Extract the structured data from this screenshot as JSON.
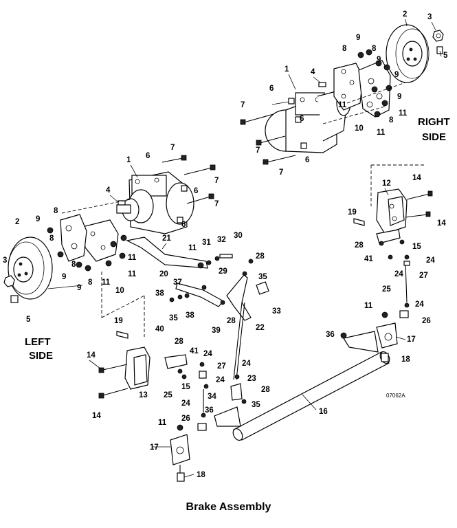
{
  "caption": "Brake Assembly",
  "drawing_number": "07062A",
  "side_labels": {
    "right": [
      "RIGHT",
      "SIDE"
    ],
    "left": [
      "LEFT",
      "SIDE"
    ]
  },
  "callouts": [
    "1",
    "2",
    "3",
    "4",
    "5",
    "6",
    "7",
    "8",
    "9",
    "10",
    "11",
    "12",
    "13",
    "14",
    "15",
    "16",
    "17",
    "18",
    "19",
    "20",
    "21",
    "22",
    "23",
    "24",
    "25",
    "26",
    "27",
    "28",
    "29",
    "30",
    "31",
    "32",
    "33",
    "34",
    "35",
    "36",
    "37",
    "38",
    "39",
    "40",
    "41"
  ]
}
